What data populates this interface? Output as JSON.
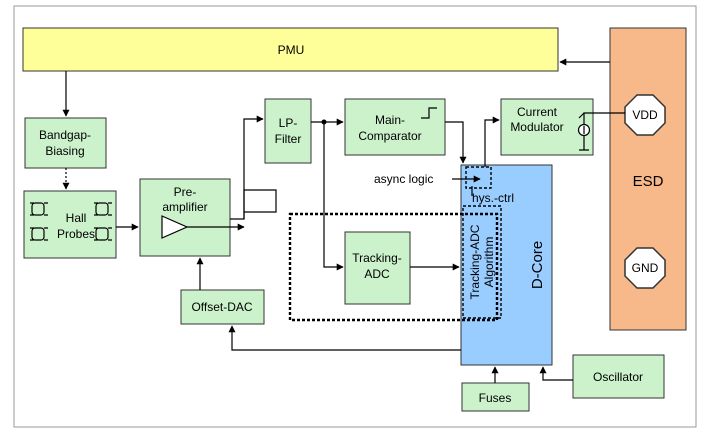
{
  "blocks": {
    "pmu": "PMU",
    "esd": "ESD",
    "vdd": "VDD",
    "gnd": "GND",
    "bandgap_line1": "Bandgap-",
    "bandgap_line2": "Biasing",
    "hall_line1": "Hall",
    "hall_line2": "Probes",
    "preamp_line1": "Pre-",
    "preamp_line2": "amplifier",
    "lpfilter_line1": "LP-",
    "lpfilter_line2": "Filter",
    "comparator_line1": "Main-",
    "comparator_line2": "Comparator",
    "current_mod_line1": "Current",
    "current_mod_line2": "Modulator",
    "tracking_adc_line1": "Tracking-",
    "tracking_adc_line2": "ADC",
    "offset_dac": "Offset-DAC",
    "dcore": "D-Core",
    "tracking_algo_line1": "Tracking-ADC",
    "tracking_algo_line2": "Algorithm",
    "fuses": "Fuses",
    "oscillator": "Oscillator"
  },
  "annotations": {
    "async_logic": "async logic",
    "hys_ctrl": "hys.-ctrl"
  },
  "colors": {
    "block_green": "#ccf2cc",
    "pmu_yellow": "#ffff99",
    "esd_orange": "#f7b88a",
    "dcore_blue": "#99ccff"
  }
}
